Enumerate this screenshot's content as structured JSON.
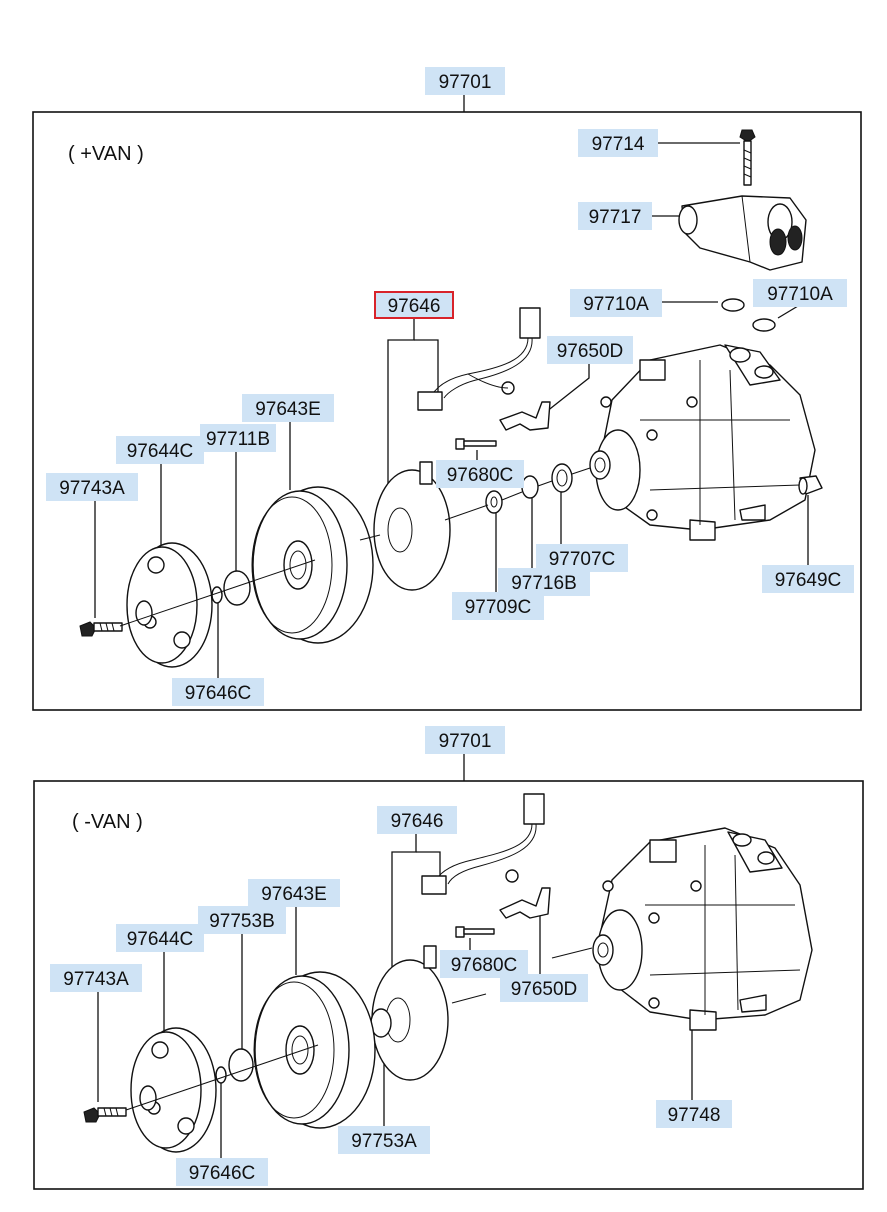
{
  "highlight": {
    "selected_part": "97646",
    "highlight_color": "#d8232a",
    "label_bg_color": "#cfe3f5"
  },
  "panels": [
    {
      "assembly_label": "97701",
      "variant_label": "( +VAN )",
      "callouts": [
        "97714",
        "97717",
        "97710A",
        "97710A",
        "97646",
        "97650D",
        "97643E",
        "97711B",
        "97644C",
        "97680C",
        "97743A",
        "97707C",
        "97716B",
        "97709C",
        "97649C",
        "97646C"
      ]
    },
    {
      "assembly_label": "97701",
      "variant_label": "( -VAN )",
      "callouts": [
        "97646",
        "97643E",
        "97753B",
        "97644C",
        "97680C",
        "97650D",
        "97743A",
        "97748",
        "97753A",
        "97646C"
      ]
    }
  ]
}
